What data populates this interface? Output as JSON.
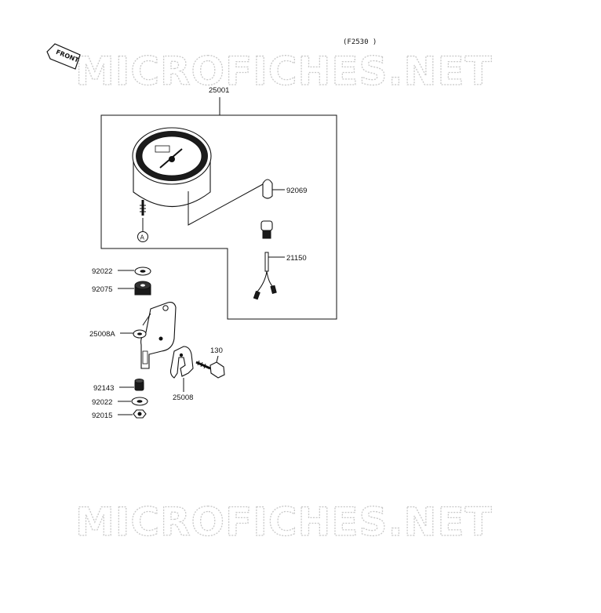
{
  "diagram": {
    "ref_code": "(F2530 )",
    "front_label": "FRONT",
    "watermark_top": "MICROFICHES.NET",
    "watermark_bottom": "MICROFICHES.NET",
    "marker_a": "A",
    "parts": {
      "speedometer_assy": "25001",
      "bulb": "92069",
      "wire_lead": "21150",
      "washer_top": "92022",
      "grommet": "92075",
      "bracket_a": "25008A",
      "bolt": "130",
      "bracket": "25008",
      "collar": "92143",
      "washer_bottom": "92022",
      "nut": "92015"
    }
  }
}
